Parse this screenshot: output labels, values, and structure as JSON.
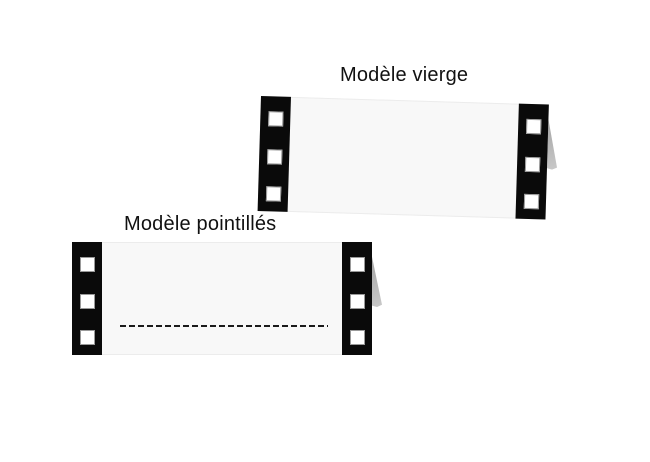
{
  "illustration": {
    "description": "Two film-strip place-card templates",
    "cards": [
      {
        "name": "modele-vierge",
        "title": "Modèle vierge",
        "holes_per_side": 3,
        "dashed_line": false
      },
      {
        "name": "modele-pointilles",
        "title": "Modèle pointillés",
        "holes_per_side": 3,
        "dashed_line": true
      }
    ]
  },
  "colors": {
    "page-bg": "#ffffff",
    "strip": "#0a0a0a",
    "card-fill": "#f8f8f8",
    "card-border": "#ececec",
    "hole-fill": "#ffffff",
    "hole-border": "#999999",
    "shadow": "#a8a8a8",
    "dash": "#1a1a1a",
    "text": "#111111"
  }
}
